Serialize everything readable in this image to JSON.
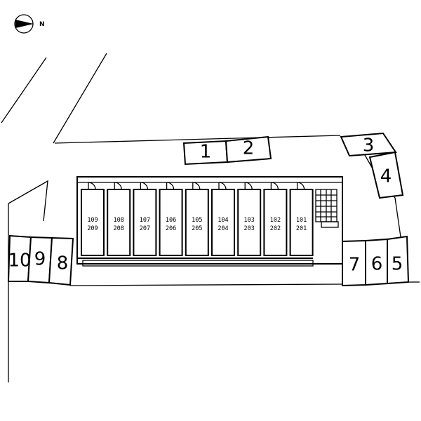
{
  "compass": {
    "label": "N"
  },
  "parking_small": [
    "1",
    "2",
    "3",
    "4"
  ],
  "parking_right": [
    "7",
    "6",
    "5"
  ],
  "parking_left": [
    "10",
    "9",
    "8"
  ],
  "units": [
    {
      "top": "109",
      "bottom": "209"
    },
    {
      "top": "108",
      "bottom": "208"
    },
    {
      "top": "107",
      "bottom": "207"
    },
    {
      "top": "106",
      "bottom": "206"
    },
    {
      "top": "105",
      "bottom": "205"
    },
    {
      "top": "104",
      "bottom": "204"
    },
    {
      "top": "103",
      "bottom": "203"
    },
    {
      "top": "102",
      "bottom": "202"
    },
    {
      "top": "101",
      "bottom": "201"
    }
  ]
}
